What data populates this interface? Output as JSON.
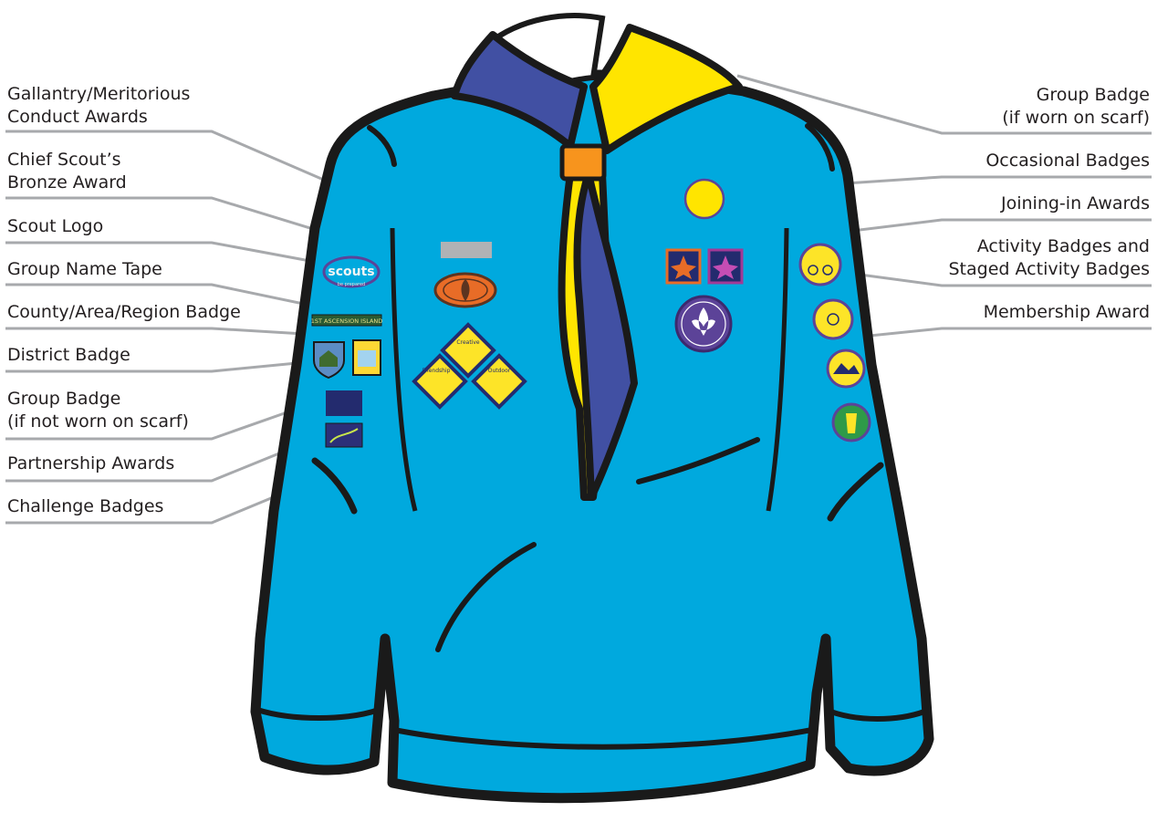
{
  "labels_left": [
    {
      "id": "gallantry",
      "lines": [
        "Gallantry/Meritorious",
        "Conduct Awards"
      ]
    },
    {
      "id": "chief-scout-bronze",
      "lines": [
        "Chief Scout’s",
        "Bronze Award"
      ]
    },
    {
      "id": "scout-logo",
      "lines": [
        "Scout Logo"
      ]
    },
    {
      "id": "group-name-tape",
      "lines": [
        "Group Name Tape"
      ]
    },
    {
      "id": "county-badge",
      "lines": [
        "County/Area/Region Badge"
      ]
    },
    {
      "id": "district-badge",
      "lines": [
        "District Badge"
      ]
    },
    {
      "id": "group-badge-not-scarf",
      "lines": [
        "Group Badge",
        "(if not worn on scarf)"
      ]
    },
    {
      "id": "partnership-awards",
      "lines": [
        "Partnership Awards"
      ]
    },
    {
      "id": "challenge-badges",
      "lines": [
        "Challenge Badges"
      ]
    }
  ],
  "labels_right": [
    {
      "id": "group-badge-scarf",
      "lines": [
        "Group Badge",
        "(if worn on scarf)"
      ]
    },
    {
      "id": "occasional-badges",
      "lines": [
        "Occasional Badges"
      ]
    },
    {
      "id": "joining-in-awards",
      "lines": [
        "Joining-in Awards"
      ]
    },
    {
      "id": "activity-badges",
      "lines": [
        "Activity Badges and",
        "Staged Activity Badges"
      ]
    },
    {
      "id": "membership-award",
      "lines": [
        "Membership Award"
      ]
    }
  ],
  "badge_text": {
    "scouts_logo": "scouts",
    "scouts_tagline": "be prepared",
    "name_tape": "1ST ASCENSION ISLAND",
    "challenge_top": "Creative",
    "challenge_left": "Friendship",
    "challenge_right": "Outdoor"
  },
  "colors": {
    "shirt": "#00a9de",
    "shirt_shade": "#0090c4",
    "outline": "#1a1a1a",
    "scarf_blue": "#4150a3",
    "scarf_yellow": "#ffe500",
    "woggle": "#f7941d",
    "leader_line": "#a7a9ac",
    "badge_yellow": "#fde428",
    "badge_purple": "#5c4398",
    "badge_navy": "#232b6e"
  }
}
